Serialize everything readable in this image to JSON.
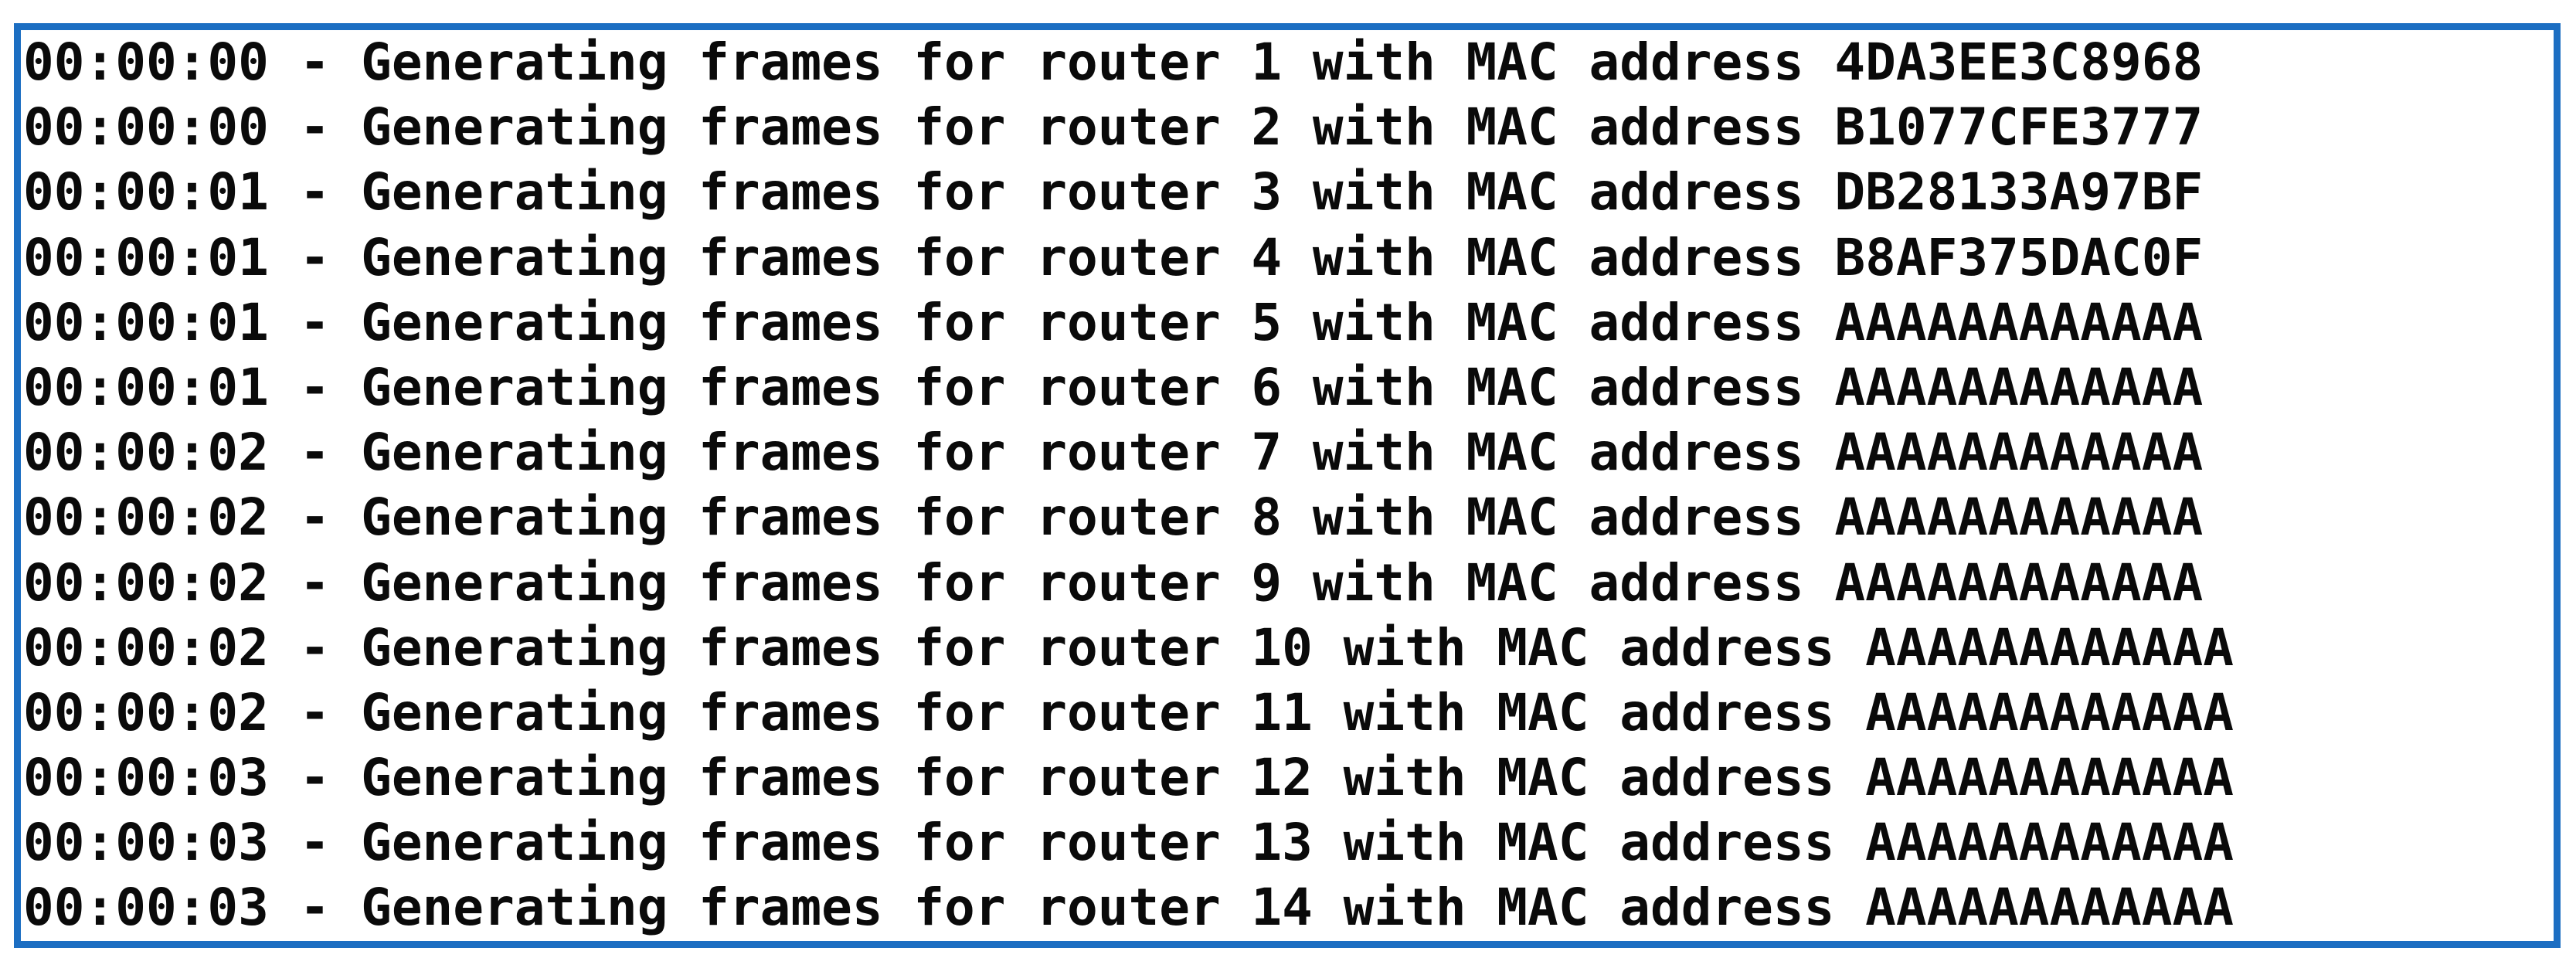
{
  "console": {
    "title": "frame-generation-log",
    "colors": {
      "border": "#1C6EC2",
      "background": "#FFFFFF",
      "text": "#0A0A0A"
    },
    "lines": [
      {
        "time": "00:00:00",
        "router": 1,
        "mac": "4DA3EE3C8968",
        "text": "00:00:00 - Generating frames for router 1 with MAC address 4DA3EE3C8968"
      },
      {
        "time": "00:00:00",
        "router": 2,
        "mac": "B1077CFE3777",
        "text": "00:00:00 - Generating frames for router 2 with MAC address B1077CFE3777"
      },
      {
        "time": "00:00:01",
        "router": 3,
        "mac": "DB28133A97BF",
        "text": "00:00:01 - Generating frames for router 3 with MAC address DB28133A97BF"
      },
      {
        "time": "00:00:01",
        "router": 4,
        "mac": "B8AF375DAC0F",
        "text": "00:00:01 - Generating frames for router 4 with MAC address B8AF375DAC0F"
      },
      {
        "time": "00:00:01",
        "router": 5,
        "mac": "AAAAAAAAAAAA",
        "text": "00:00:01 - Generating frames for router 5 with MAC address AAAAAAAAAAAA"
      },
      {
        "time": "00:00:01",
        "router": 6,
        "mac": "AAAAAAAAAAAA",
        "text": "00:00:01 - Generating frames for router 6 with MAC address AAAAAAAAAAAA"
      },
      {
        "time": "00:00:02",
        "router": 7,
        "mac": "AAAAAAAAAAAA",
        "text": "00:00:02 - Generating frames for router 7 with MAC address AAAAAAAAAAAA"
      },
      {
        "time": "00:00:02",
        "router": 8,
        "mac": "AAAAAAAAAAAA",
        "text": "00:00:02 - Generating frames for router 8 with MAC address AAAAAAAAAAAA"
      },
      {
        "time": "00:00:02",
        "router": 9,
        "mac": "AAAAAAAAAAAA",
        "text": "00:00:02 - Generating frames for router 9 with MAC address AAAAAAAAAAAA"
      },
      {
        "time": "00:00:02",
        "router": 10,
        "mac": "AAAAAAAAAAAA",
        "text": "00:00:02 - Generating frames for router 10 with MAC address AAAAAAAAAAAA"
      },
      {
        "time": "00:00:02",
        "router": 11,
        "mac": "AAAAAAAAAAAA",
        "text": "00:00:02 - Generating frames for router 11 with MAC address AAAAAAAAAAAA"
      },
      {
        "time": "00:00:03",
        "router": 12,
        "mac": "AAAAAAAAAAAA",
        "text": "00:00:03 - Generating frames for router 12 with MAC address AAAAAAAAAAAA"
      },
      {
        "time": "00:00:03",
        "router": 13,
        "mac": "AAAAAAAAAAAA",
        "text": "00:00:03 - Generating frames for router 13 with MAC address AAAAAAAAAAAA"
      },
      {
        "time": "00:00:03",
        "router": 14,
        "mac": "AAAAAAAAAAAA",
        "text": "00:00:03 - Generating frames for router 14 with MAC address AAAAAAAAAAAA"
      }
    ]
  }
}
